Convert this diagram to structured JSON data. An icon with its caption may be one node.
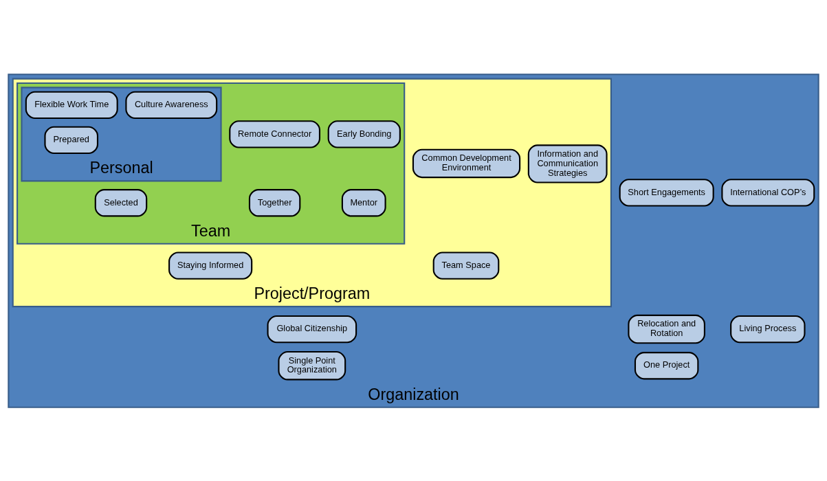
{
  "diagram": {
    "nodes": [
      {
        "text": [
          "Organization"
        ]
      },
      {
        "text": [
          "Project/Program"
        ],
        "in": 0
      },
      {
        "text": [
          "Team"
        ],
        "in": 1
      },
      {
        "text": [
          "Personal"
        ],
        "in": 2
      },
      {
        "text": [
          "One Project"
        ],
        "in": 0
      },
      {
        "text": [
          "Information and Communication Strategies"
        ],
        "in": 1
      },
      {
        "text": [
          "Common Development Environment"
        ],
        "in": 1
      },
      {
        "text": [
          "Single Point Organization"
        ],
        "in": 0
      },
      {
        "text": [
          "Mentor"
        ],
        "in": 2
      },
      {
        "text": [
          "Remote Connector"
        ],
        "in": 2
      },
      {
        "text": [
          "Together"
        ],
        "in": 2
      },
      {
        "text": [
          "Living Process"
        ],
        "in": 0
      },
      {
        "text": [
          "International COP’s"
        ],
        "in": 0
      },
      {
        "text": [
          "Selected"
        ],
        "in": 2
      },
      {
        "text": [
          "Culture Awareness"
        ],
        "in": 3
      },
      {
        "text": [
          "Staying Informed"
        ],
        "in": 1
      },
      {
        "text": [
          "Short Engagements"
        ],
        "in": 0
      },
      {
        "text": [
          "Early Bonding"
        ],
        "in": 2
      },
      {
        "text": [
          "Flexible Work Time"
        ],
        "in": 3
      },
      {
        "text": [
          "Prepared"
        ],
        "in": 3
      },
      {
        "text": [
          "Global Citizenship"
        ],
        "in": 0
      },
      {
        "text": [
          "Team Space"
        ],
        "in": 1
      },
      {
        "text": [
          "Relocation and Rotation"
        ],
        "in": 0
      }
    ],
    "edges": []
  }
}
